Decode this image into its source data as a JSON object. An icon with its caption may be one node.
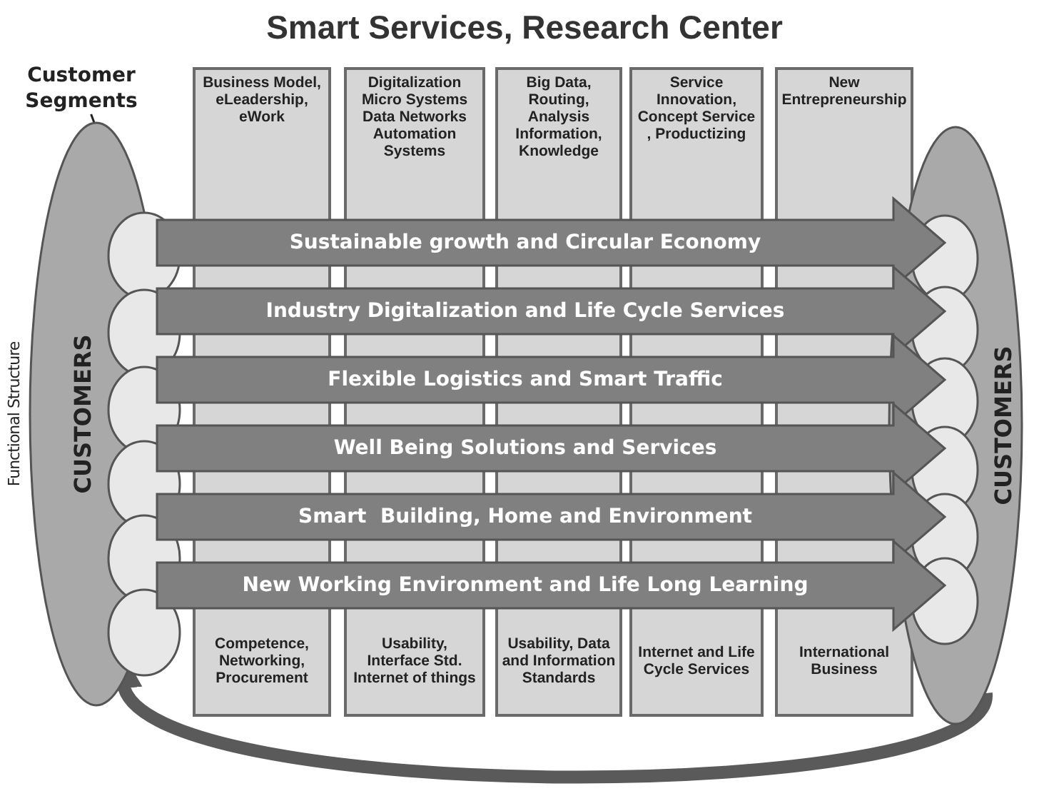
{
  "diagram": {
    "title": "Smart Services, Research Center",
    "nodes": [
      {
        "text": [
          "Customer Segments"
        ]
      },
      {
        "text": [
          "Business Model, eLeadership, eWork",
          "Competence, Networking, Procurement"
        ]
      },
      {
        "text": [
          "Digitalization Micro Systems Data Networks Automation Systems",
          "Usability, Interface Std. Internet of things"
        ]
      },
      {
        "text": [
          "Big Data, Routing, Analysis Information, Knowledge",
          "Usability, Data and Information Standards"
        ]
      },
      {
        "text": [
          "Service Innovation, Concept Service , Productizing",
          "Internet and Life Cycle Services"
        ]
      },
      {
        "text": [
          "New Entrepreneurship",
          "International Business"
        ]
      },
      {
        "text": [
          "CUSTOMERS"
        ],
        "beside": [
          "Functional Structure"
        ]
      },
      {
        "text": [],
        "shape": "ellipse"
      },
      {
        "text": [],
        "shape": "ellipse"
      },
      {
        "text": [],
        "shape": "ellipse"
      },
      {
        "text": [],
        "shape": "ellipse"
      },
      {
        "text": [],
        "shape": "ellipse"
      },
      {
        "text": [],
        "shape": "ellipse"
      },
      {
        "text": [
          "Sustainable growth and Circular Economy"
        ]
      },
      {
        "text": [
          "Industry Digitalization and Life Cycle Services"
        ]
      },
      {
        "text": [
          "Flexible Logistics and Smart Traffic"
        ]
      },
      {
        "text": [
          "Well Being Solutions and Services"
        ]
      },
      {
        "text": [
          "Smart  Building, Home and Environment"
        ]
      },
      {
        "text": [
          "New Working Environment and Life Long Learning"
        ]
      },
      {
        "text": [
          "CUSTOMERS"
        ]
      },
      {
        "text": [],
        "shape": "ellipse",
        "in": 19
      },
      {
        "text": [],
        "shape": "ellipse",
        "in": 19
      },
      {
        "text": [],
        "shape": "ellipse",
        "in": 19
      },
      {
        "text": [],
        "shape": "ellipse",
        "in": 19
      },
      {
        "text": [],
        "shape": "ellipse",
        "in": 19
      },
      {
        "text": [],
        "shape": "ellipse",
        "in": 19
      }
    ],
    "edges": [
      {
        "from": 0,
        "to": 7,
        "arrow": "none"
      },
      {
        "from": 19,
        "to": 6,
        "arrow": "to",
        "style": "thick"
      }
    ]
  }
}
